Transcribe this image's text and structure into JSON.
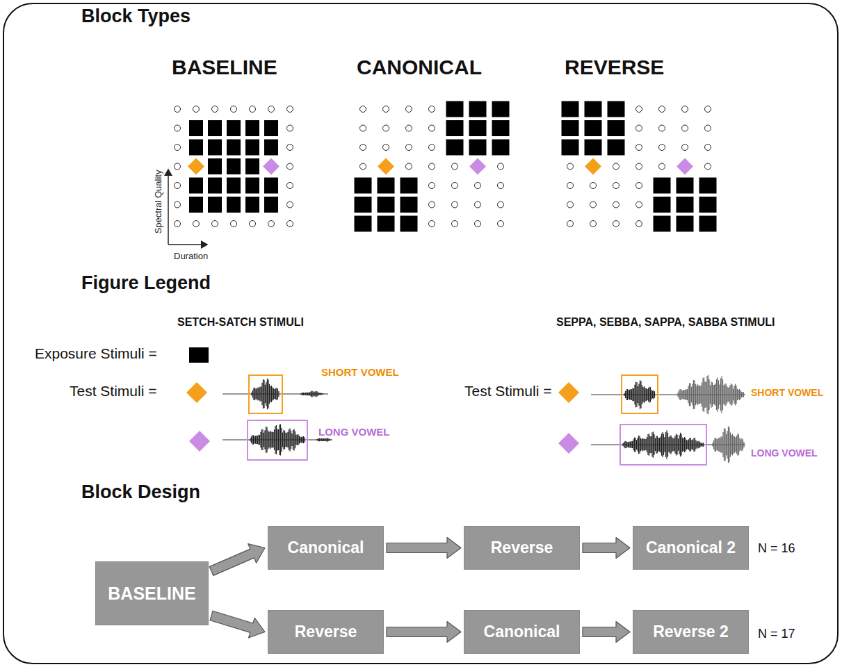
{
  "diagram": {
    "nodes": [
      {
        "text": [
          "BASELINE"
        ]
      },
      {
        "text": [
          "Canonical"
        ]
      },
      {
        "text": [
          "Reverse"
        ]
      },
      {
        "text": [
          "Canonical 2"
        ]
      },
      {
        "text": [
          "Reverse"
        ]
      },
      {
        "text": [
          "Canonical"
        ]
      },
      {
        "text": [
          "Reverse 2"
        ]
      }
    ],
    "edges": [
      {
        "from": 0,
        "to": 1,
        "arrow": "to"
      },
      {
        "from": 1,
        "to": 2,
        "arrow": "to"
      },
      {
        "from": 2,
        "to": 3,
        "arrow": "to"
      },
      {
        "from": 0,
        "to": 4,
        "arrow": "to"
      },
      {
        "from": 4,
        "to": 5,
        "arrow": "to"
      },
      {
        "from": 5,
        "to": 6,
        "arrow": "to"
      }
    ],
    "labels": [
      "Block Types",
      "BASELINE",
      "CANONICAL",
      "REVERSE",
      "Spectral Quality",
      "Duration",
      "Figure Legend",
      "SETCH-SATCH STIMULI",
      "Exposure Stimuli =",
      "Test Stimuli =",
      "SHORT VOWEL",
      "LONG VOWEL",
      "SEPPA, SEBBA, SAPPA, SABBA STIMULI",
      "Test Stimuli =",
      "SHORT VOWEL",
      "LONG VOWEL",
      "Block Design",
      "N = 16",
      "N = 17"
    ]
  }
}
